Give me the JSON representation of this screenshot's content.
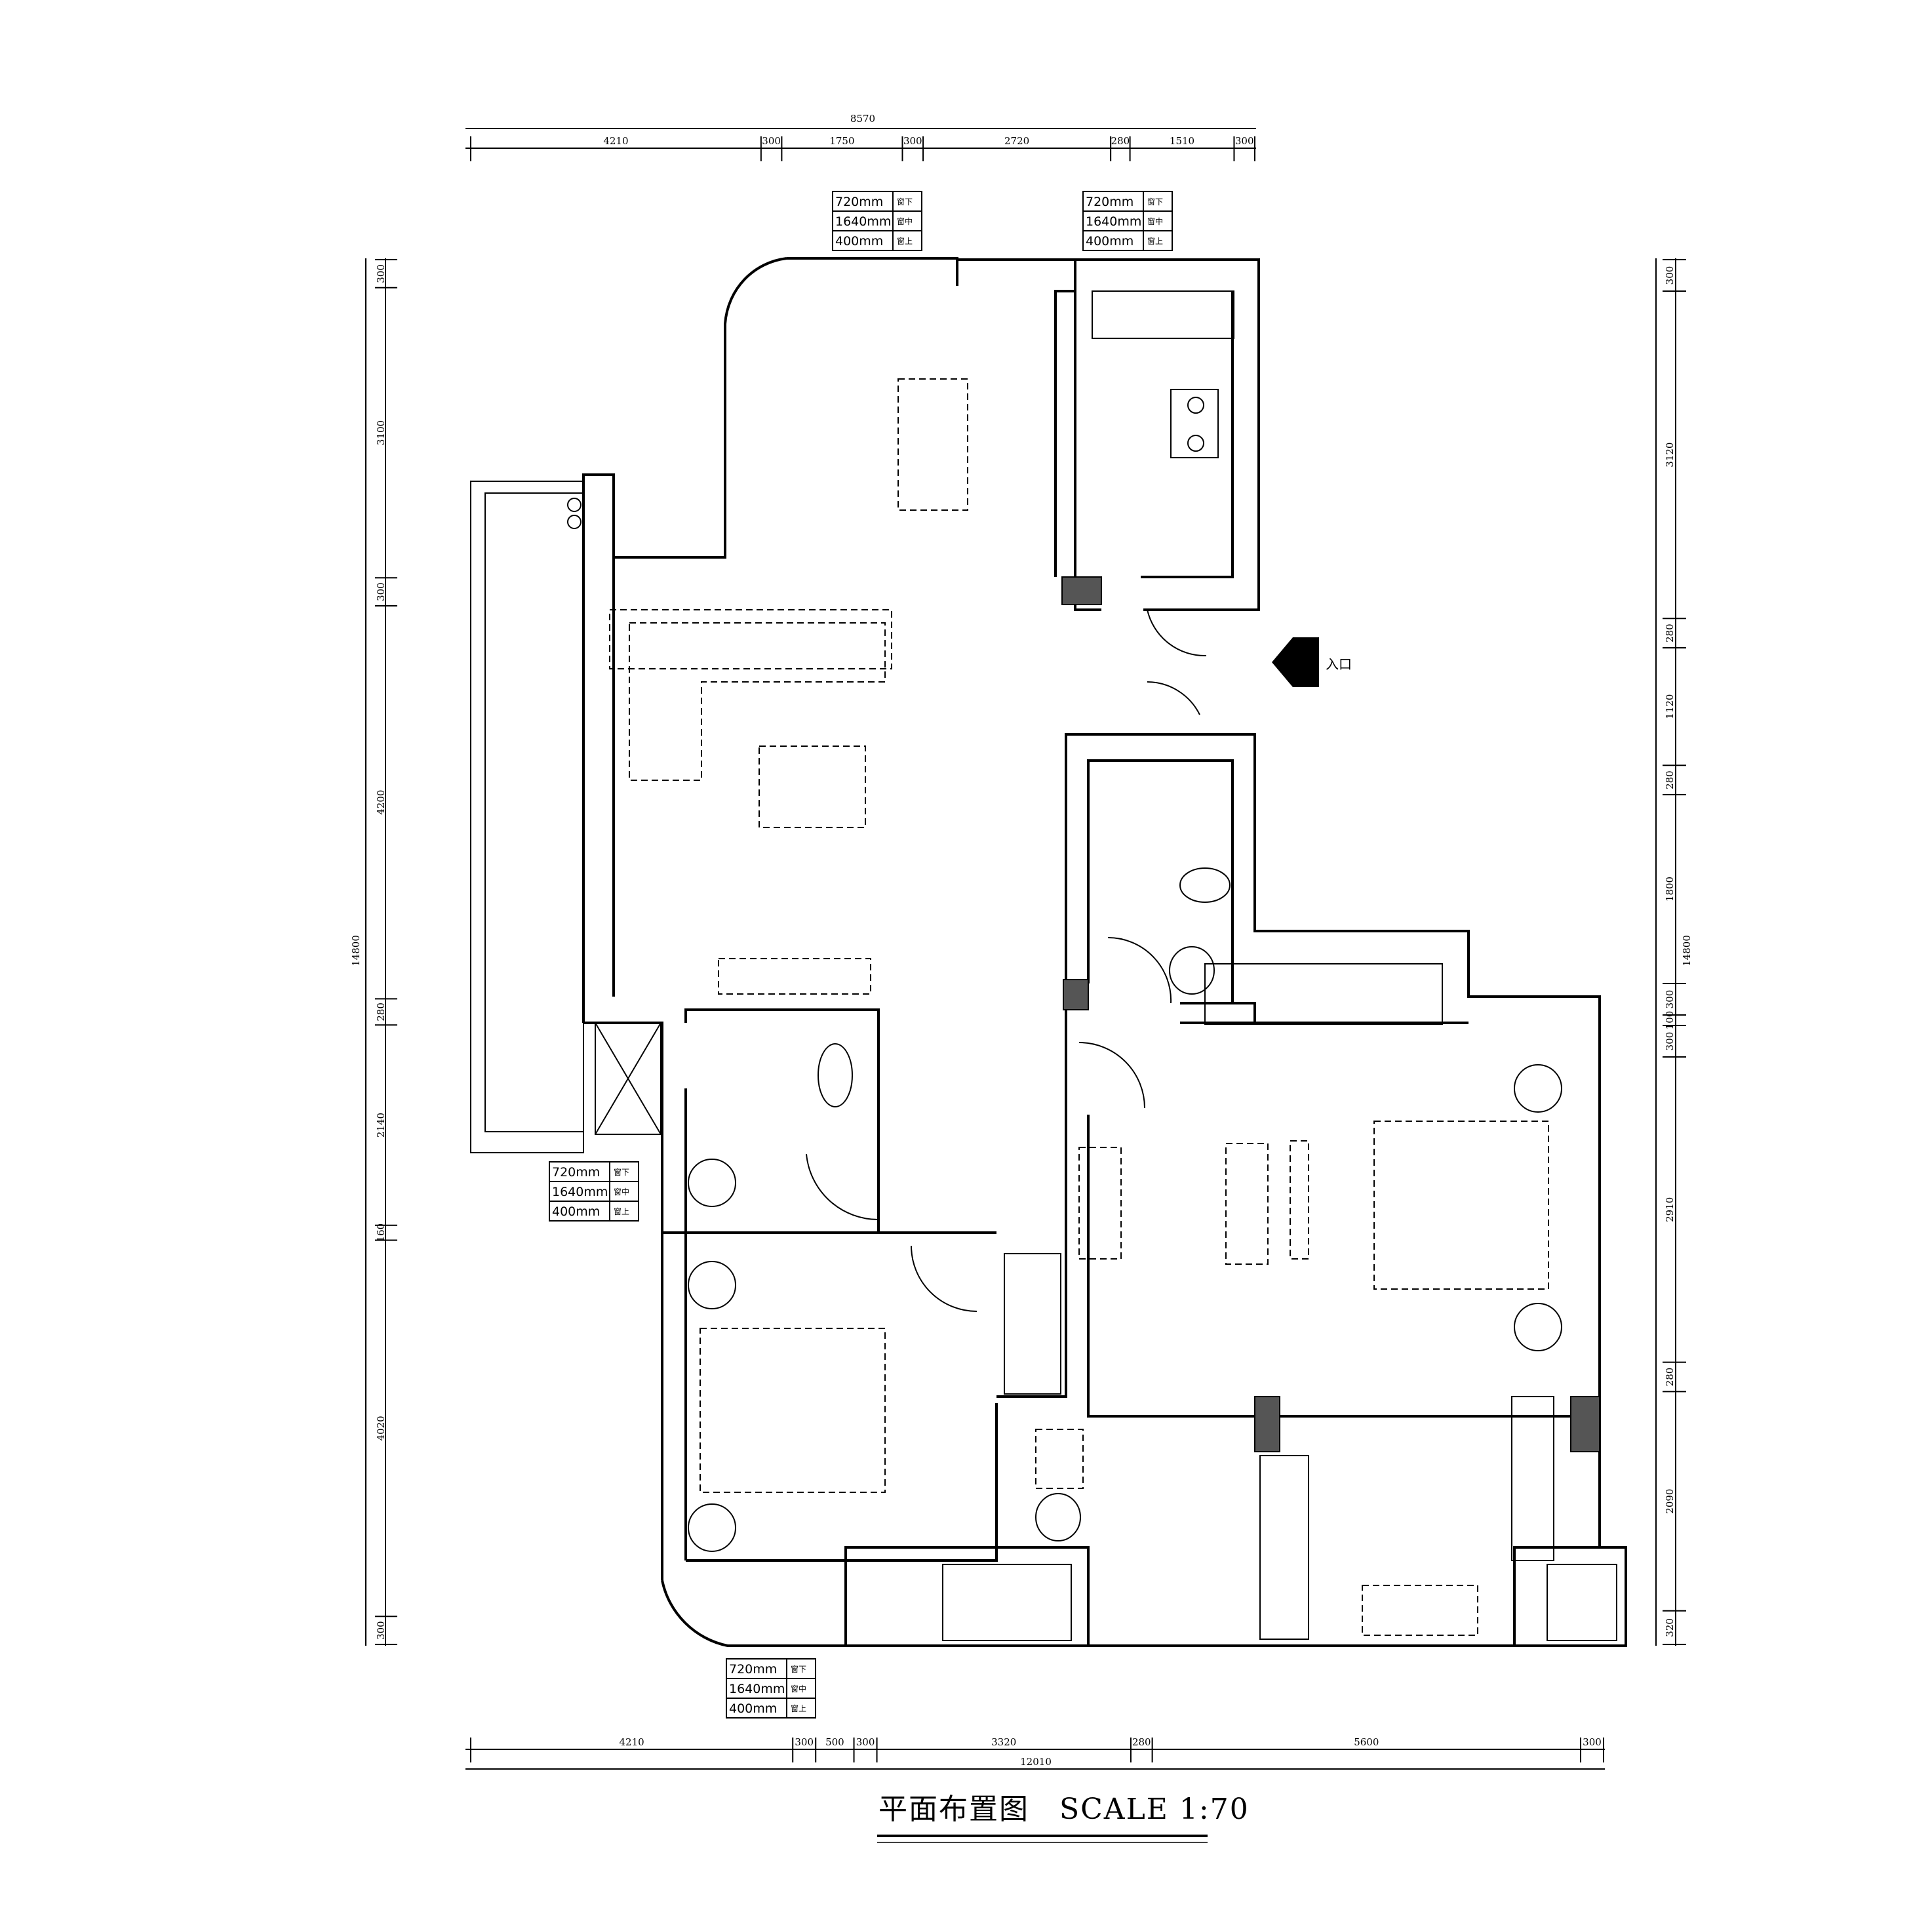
{
  "title": "平面布置图",
  "scale_label": "SCALE 1:70",
  "entrance_label": "入口",
  "top_total": "8570",
  "top_dims": [
    "4210",
    "300",
    "1750",
    "300",
    "2720",
    "280",
    "1510",
    "300"
  ],
  "bottom_total": "12010",
  "bottom_dims": [
    "4210",
    "300",
    "500",
    "300",
    "3320",
    "280",
    "5600",
    "300"
  ],
  "left_total": "14800",
  "left_dims": [
    "300",
    "3100",
    "300",
    "4200",
    "280",
    "2140",
    "160",
    "4020",
    "300"
  ],
  "right_total": "14800",
  "right_dims": [
    "300",
    "3120",
    "280",
    "1120",
    "280",
    "1800",
    "300",
    "100",
    "300",
    "2910",
    "280",
    "2090",
    "320"
  ],
  "window_tables": [
    {
      "rows": [
        {
          "size": "720mm",
          "note": "窗下"
        },
        {
          "size": "1640mm",
          "note": "窗中"
        },
        {
          "size": "400mm",
          "note": "窗上"
        }
      ]
    },
    {
      "rows": [
        {
          "size": "720mm",
          "note": "窗下"
        },
        {
          "size": "1640mm",
          "note": "窗中"
        },
        {
          "size": "400mm",
          "note": "窗上"
        }
      ]
    },
    {
      "rows": [
        {
          "size": "720mm",
          "note": "窗下"
        },
        {
          "size": "1640mm",
          "note": "窗中"
        },
        {
          "size": "400mm",
          "note": "窗上"
        }
      ]
    },
    {
      "rows": [
        {
          "size": "720mm",
          "note": "窗下"
        },
        {
          "size": "1640mm",
          "note": "窗中"
        },
        {
          "size": "400mm",
          "note": "窗上"
        }
      ]
    }
  ]
}
